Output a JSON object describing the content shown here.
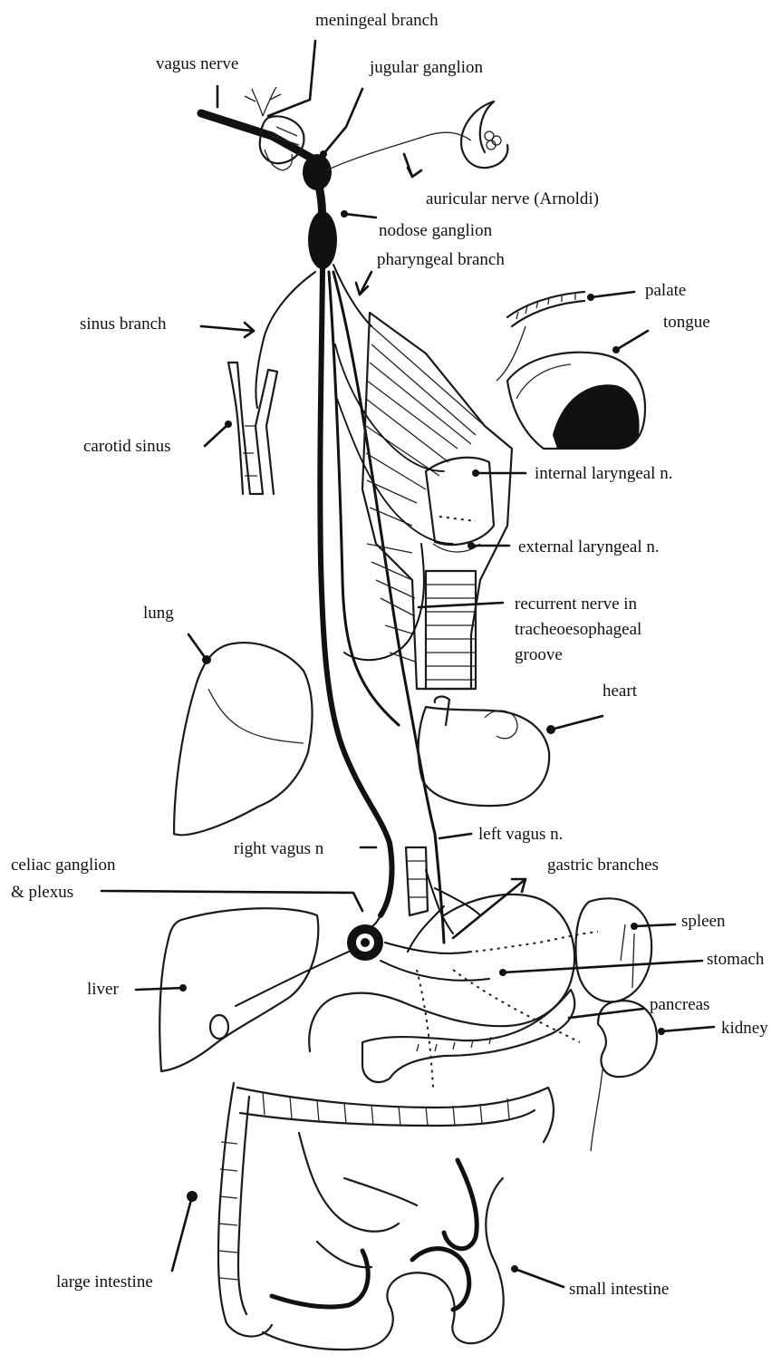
{
  "labels": {
    "meningeal_branch": "meningeal branch",
    "vagus_nerve": "vagus nerve",
    "jugular_ganglion": "jugular ganglion",
    "auricular_nerve": "auricular nerve (Arnoldi)",
    "nodose_ganglion": "nodose ganglion",
    "pharyngeal_branch": "pharyngeal branch",
    "palate": "palate",
    "tongue": "tongue",
    "sinus_branch": "sinus branch",
    "carotid_sinus": "carotid sinus",
    "internal_laryngeal": "internal laryngeal n.",
    "external_laryngeal": "external laryngeal n.",
    "recurrent_line1": "recurrent nerve in",
    "recurrent_line2": "tracheoesophageal",
    "recurrent_line3": "groove",
    "lung": "lung",
    "heart": "heart",
    "right_vagus": "right vagus n",
    "left_vagus": "left vagus n.",
    "celiac_line1": "celiac ganglion",
    "celiac_line2": "& plexus",
    "gastric_branches": "gastric branches",
    "spleen": "spleen",
    "stomach": "stomach",
    "liver": "liver",
    "pancreas": "pancreas",
    "kidney": "kidney",
    "large_intestine": "large intestine",
    "small_intestine": "small intestine"
  },
  "colors": {
    "ink": "#111111",
    "background": "#ffffff"
  }
}
